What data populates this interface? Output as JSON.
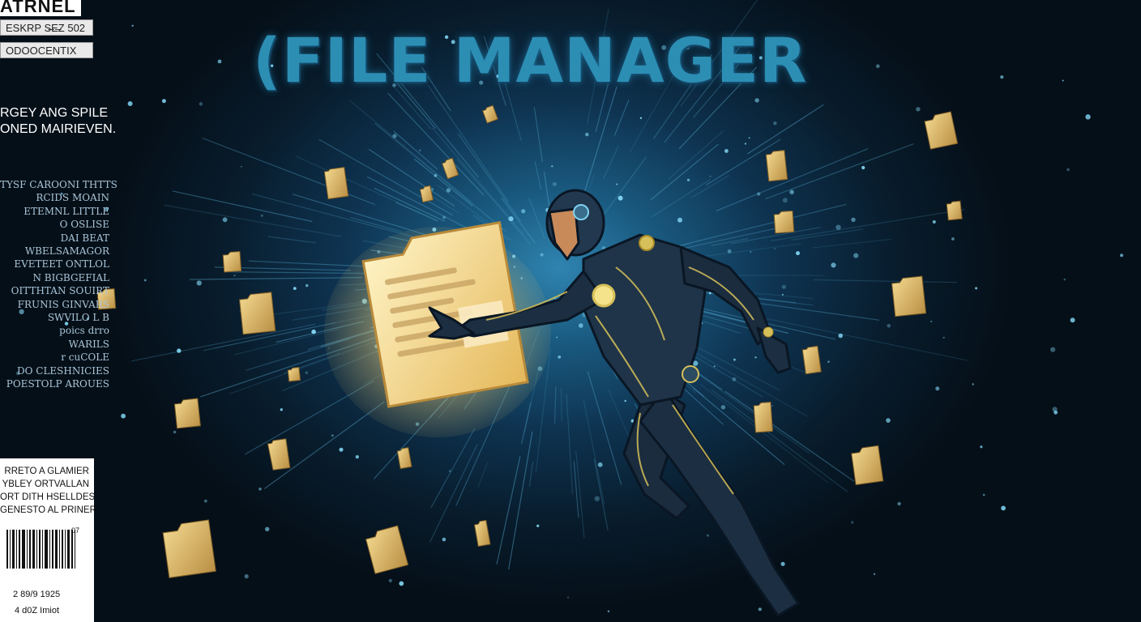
{
  "poster": {
    "title": "(FILE MANAGER",
    "corner_title": "ATRNEL",
    "tag_lines": [
      "ESKRP S̶E̶Z  502",
      "ODOOCENTIX"
    ],
    "subtitle_lines": [
      "RGEY ANG SPILE",
      "ONED MAIRIEVEN."
    ],
    "credit_lines": [
      "TYSF CAROONI THTTS",
      "RCIDS MOAIN",
      "ETEMNL LITTLE",
      "O OSLISE",
      "DAI BEAT",
      "WBELSAMAGOR",
      "EVETEET ONTLOL",
      "N BIGBGEFIAL",
      "OITTHTAN SOUIRT",
      "FRUNIS GINVARS",
      "SWVILO L B",
      "poics drro",
      "WARILS",
      "r cuCOLE",
      "DO CLESHNICIES",
      "POESTOLP AROUES"
    ],
    "ticket_lines": [
      "RRETO A GLAMIER",
      "YBLEY ORTVALLAN",
      "ORT DITH HSELLDES",
      "GENESTO AL PRINER"
    ],
    "barcode_number": "2 89/9 1925",
    "barcode_caption": "4 d0Z Imiot",
    "barcode_corner": "07"
  },
  "colors": {
    "background": "#071522",
    "glow": "#2f84b0",
    "title": "#2d8eb4",
    "folder": "#e9c77a",
    "suit": "#1c2f42",
    "suit_trim": "#d6c05a"
  },
  "icons": [
    "folder-icon",
    "hero-figure",
    "barcode-icon"
  ]
}
